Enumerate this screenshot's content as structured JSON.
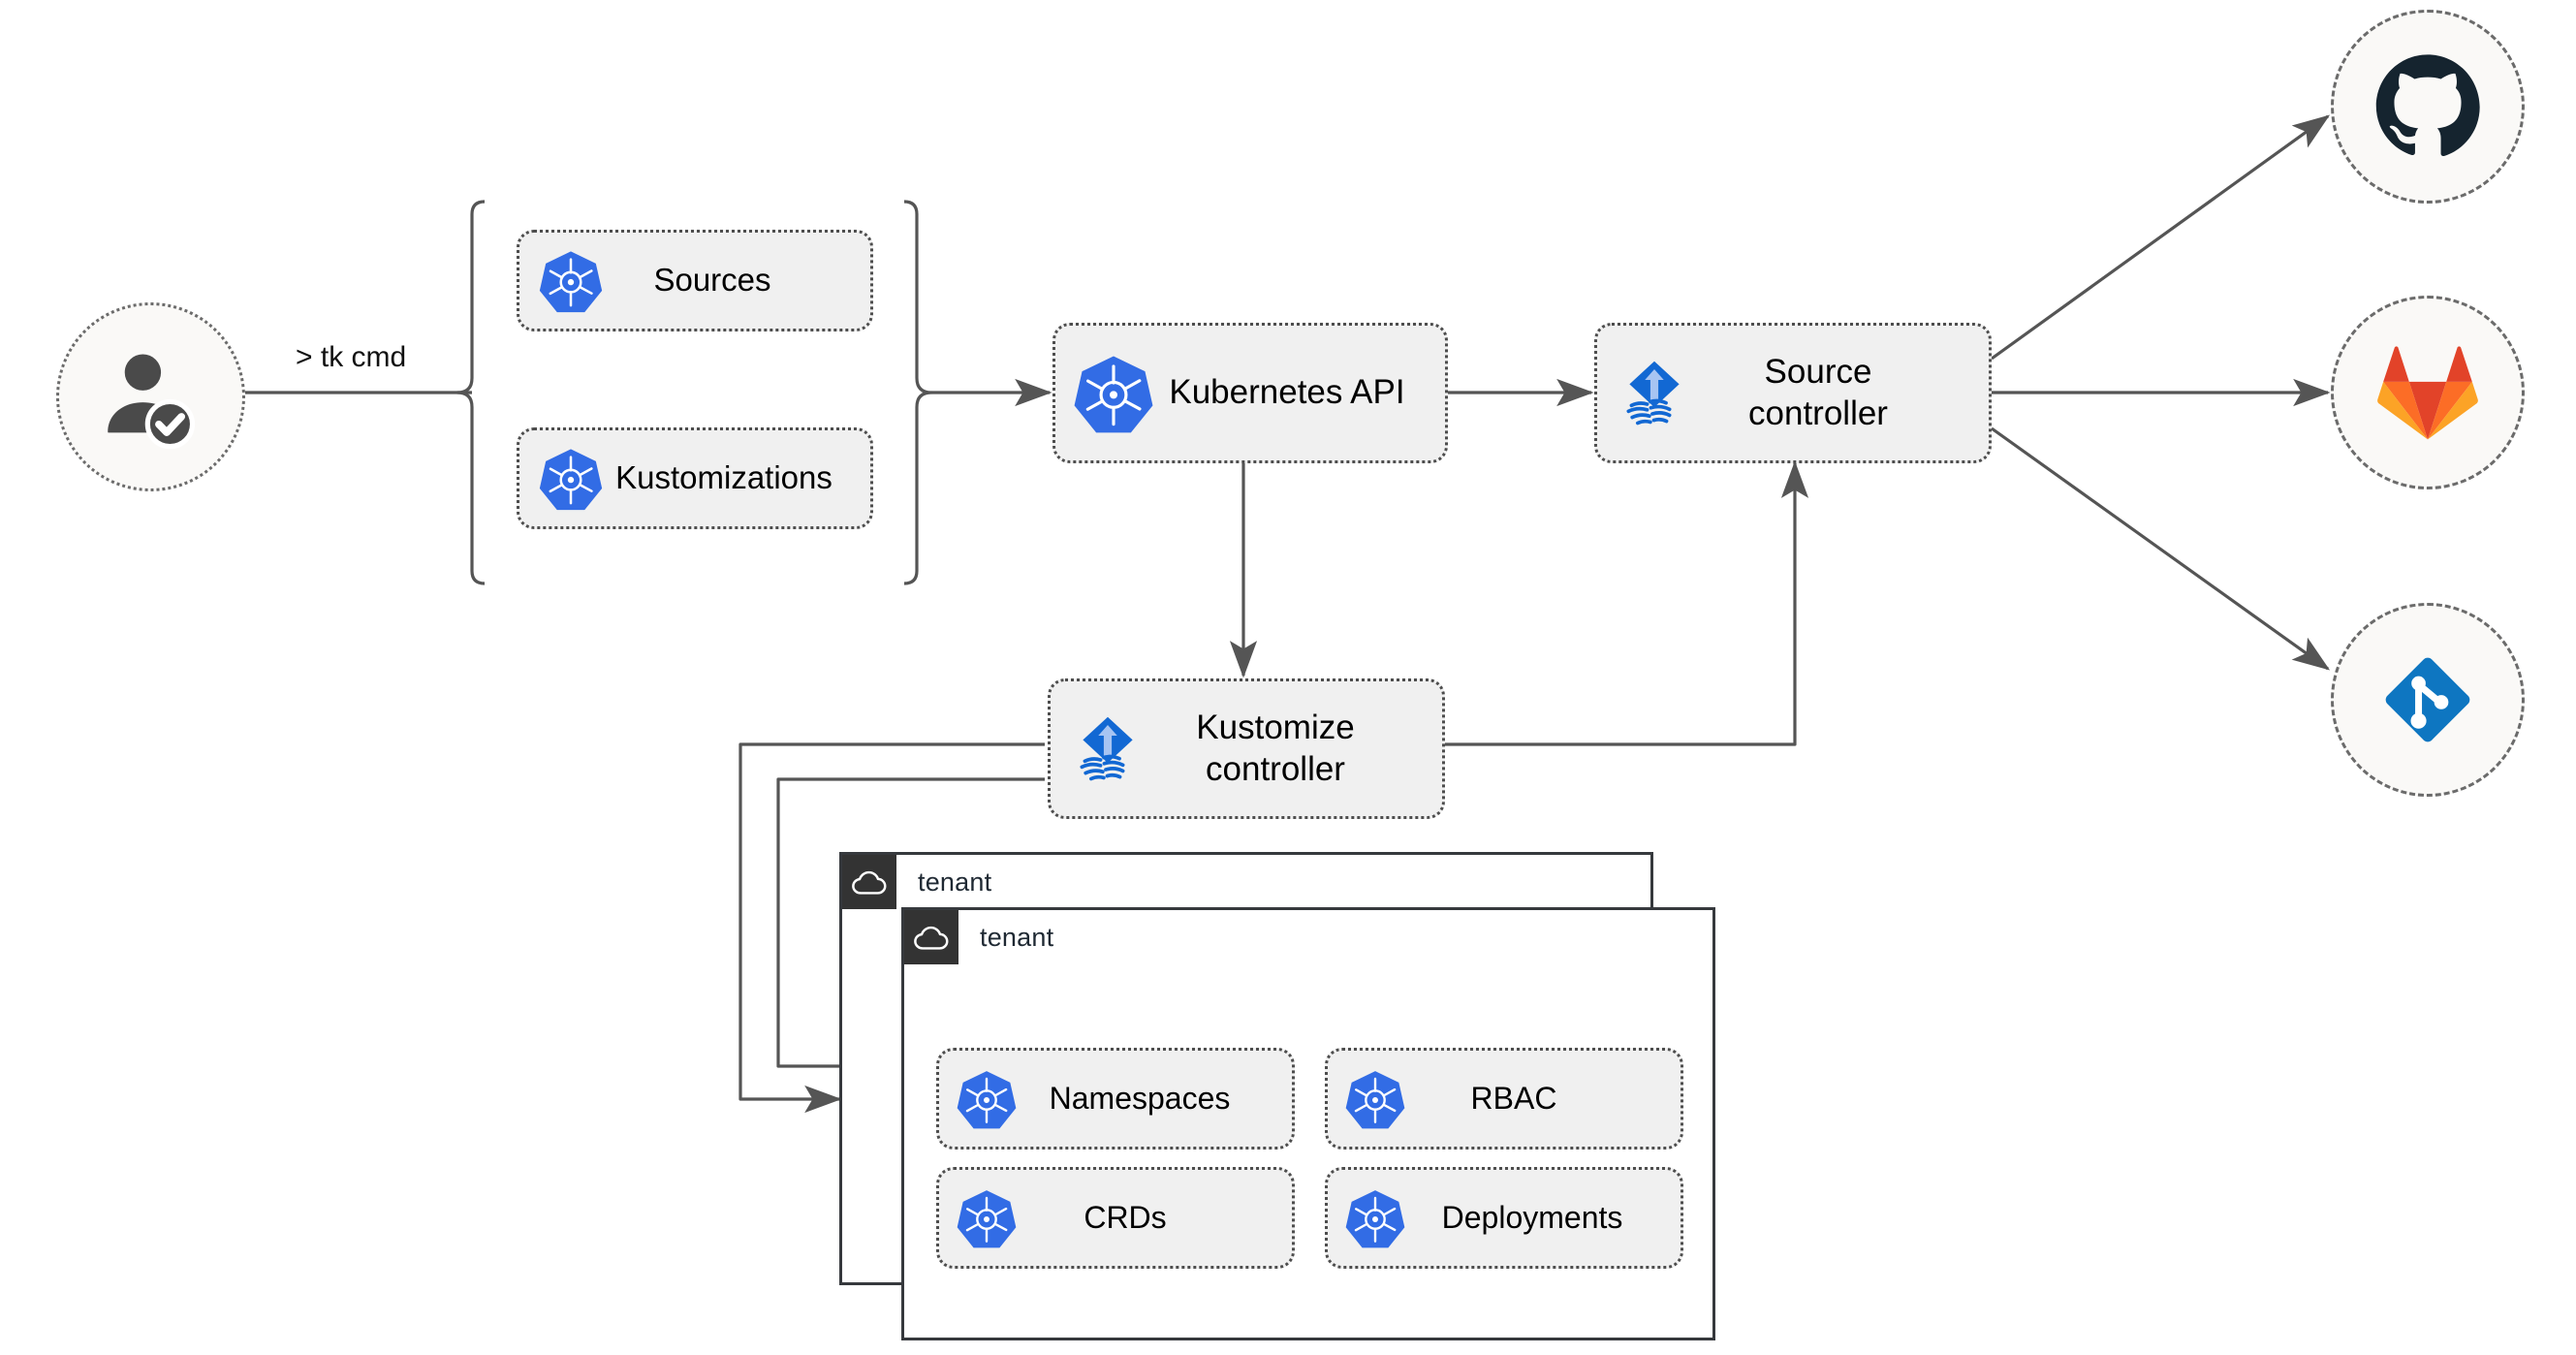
{
  "diagram": {
    "title": "Flux GitOps multi-tenant architecture",
    "colors": {
      "kubernetes_blue": "#326CE5",
      "flux_blue": "#1268D3",
      "flux_arrow": "#A7C4F2",
      "github_dark": "#15242F",
      "gitlab_red": "#E24329",
      "gitlab_orange": "#FC6D26",
      "gitlab_amber": "#FCA326",
      "git_blue": "#0E76C1",
      "node_fill": "#F0F0F0",
      "node_border": "#4D4D4D",
      "wire": "#555555",
      "tenant_header": "#333333",
      "tenant_border": "#36393D",
      "circle_fill": "#FAF9F7"
    },
    "actor": {
      "name": "user",
      "icon": "user-verified-icon"
    },
    "command_label": "> tk cmd",
    "resources": {
      "bracket": "curly-brace",
      "items": [
        {
          "label": "Sources",
          "icon": "kubernetes-icon"
        },
        {
          "label": "Kustomizations",
          "icon": "kubernetes-icon"
        }
      ]
    },
    "cluster": {
      "api": {
        "label": "Kubernetes API",
        "icon": "kubernetes-icon"
      },
      "source_controller": {
        "label": "Source\ncontroller",
        "icon": "flux-icon"
      },
      "kustomize_controller": {
        "label": "Kustomize\ncontroller",
        "icon": "flux-icon"
      }
    },
    "providers": [
      {
        "name": "github",
        "icon": "github-icon"
      },
      {
        "name": "gitlab",
        "icon": "gitlab-icon"
      },
      {
        "name": "git",
        "icon": "git-repository-icon"
      }
    ],
    "tenants": [
      {
        "title": "tenant",
        "icon": "cloud-icon",
        "resources": []
      },
      {
        "title": "tenant",
        "icon": "cloud-icon",
        "resources": [
          {
            "label": "Namespaces",
            "icon": "kubernetes-icon"
          },
          {
            "label": "RBAC",
            "icon": "kubernetes-icon"
          },
          {
            "label": "CRDs",
            "icon": "kubernetes-icon"
          },
          {
            "label": "Deployments",
            "icon": "kubernetes-icon"
          }
        ]
      }
    ],
    "connections": [
      {
        "from": "user",
        "to": "resources-bracket",
        "label": "> tk cmd",
        "arrow": "none"
      },
      {
        "from": "resources-bracket",
        "to": "Kubernetes API",
        "arrow": "single"
      },
      {
        "from": "Kubernetes API",
        "to": "Source controller",
        "arrow": "double"
      },
      {
        "from": "Kubernetes API",
        "to": "Kustomize controller",
        "arrow": "double"
      },
      {
        "from": "Kustomize controller",
        "to": "Source controller",
        "arrow": "single"
      },
      {
        "from": "Source controller",
        "to": "github",
        "arrow": "single"
      },
      {
        "from": "Source controller",
        "to": "gitlab",
        "arrow": "single"
      },
      {
        "from": "Source controller",
        "to": "git",
        "arrow": "single"
      },
      {
        "from": "Kustomize controller",
        "to": "tenant-1",
        "arrow": "single"
      },
      {
        "from": "Kustomize controller",
        "to": "tenant-2",
        "arrow": "single"
      }
    ]
  }
}
